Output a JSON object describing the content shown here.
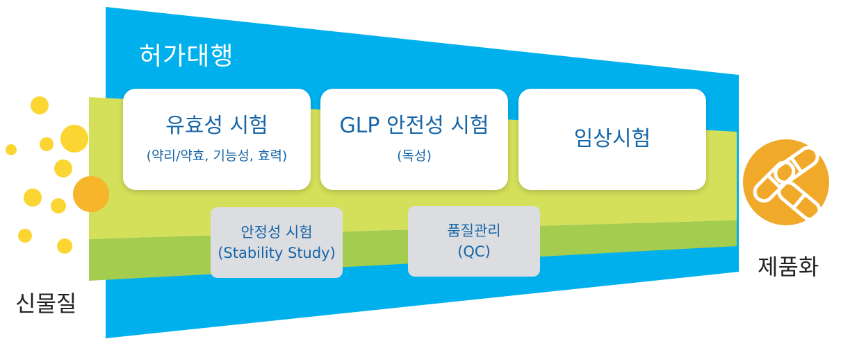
{
  "title": "허가대행",
  "cards": [
    {
      "main": "유효성 시험",
      "sub": "(약리/약효, 기능성, 효력)"
    },
    {
      "main": "GLP 안전성 시험",
      "sub": "(독성)"
    },
    {
      "main": "임상시험",
      "sub": ""
    }
  ],
  "secondary": [
    {
      "line1": "안정성 시험",
      "line2": "(Stability Study)"
    },
    {
      "line1": "품질관리",
      "line2": "(QC)"
    }
  ],
  "left_label": "신물질",
  "right_label": "제품화",
  "icons": {
    "dots": "particle-dots-icon",
    "product": "capsules-icon"
  },
  "colors": {
    "funnel_blue": "#00b0ed",
    "band_light_green": "#d5e05a",
    "band_dark_green": "#a4cc4f",
    "card_text": "#1565a8",
    "dot_yellow": "#fbd531",
    "dot_orange": "#f6b52b",
    "product_circle": "#f0a928"
  }
}
